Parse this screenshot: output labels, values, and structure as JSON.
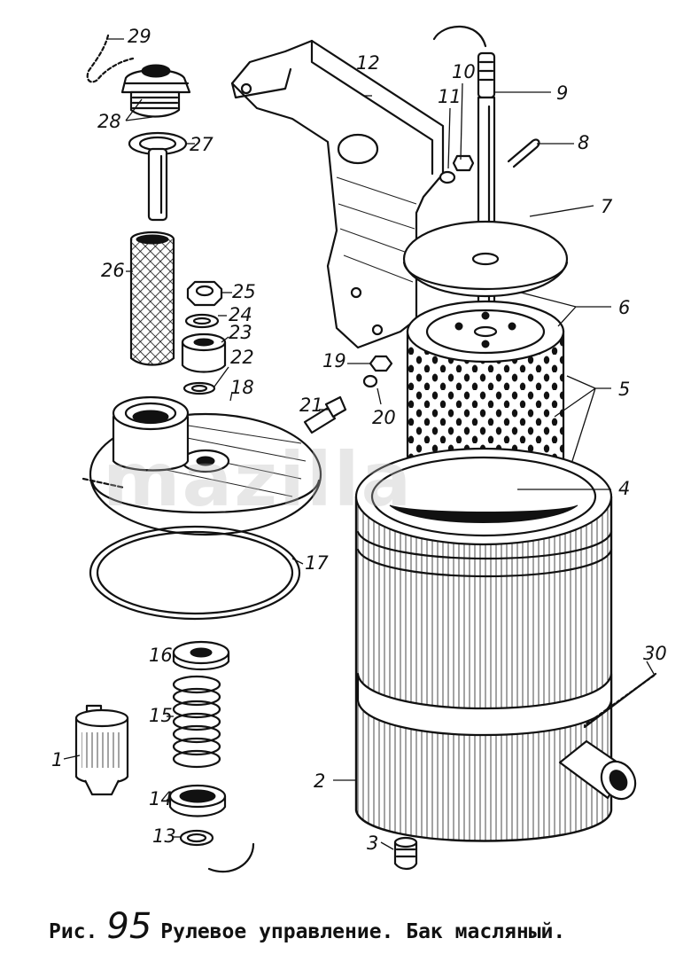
{
  "figure": {
    "prefix": "Рис.",
    "number": "95",
    "title": "Рулевое управление. Бак масляный."
  },
  "watermark": "mazilla",
  "parts": [
    {
      "id": "p1",
      "number": "1"
    },
    {
      "id": "p2",
      "number": "2"
    },
    {
      "id": "p3",
      "number": "3"
    },
    {
      "id": "p4",
      "number": "4"
    },
    {
      "id": "p5",
      "number": "5"
    },
    {
      "id": "p6",
      "number": "6"
    },
    {
      "id": "p7",
      "number": "7"
    },
    {
      "id": "p8",
      "number": "8"
    },
    {
      "id": "p9",
      "number": "9"
    },
    {
      "id": "p10",
      "number": "10"
    },
    {
      "id": "p11",
      "number": "11"
    },
    {
      "id": "p12",
      "number": "12"
    },
    {
      "id": "p13",
      "number": "13"
    },
    {
      "id": "p14",
      "number": "14"
    },
    {
      "id": "p15",
      "number": "15"
    },
    {
      "id": "p16",
      "number": "16"
    },
    {
      "id": "p17",
      "number": "17"
    },
    {
      "id": "p18",
      "number": "18"
    },
    {
      "id": "p19",
      "number": "19"
    },
    {
      "id": "p20",
      "number": "20"
    },
    {
      "id": "p21",
      "number": "21"
    },
    {
      "id": "p22",
      "number": "22"
    },
    {
      "id": "p23",
      "number": "23"
    },
    {
      "id": "p24",
      "number": "24"
    },
    {
      "id": "p25",
      "number": "25"
    },
    {
      "id": "p26",
      "number": "26"
    },
    {
      "id": "p27",
      "number": "27"
    },
    {
      "id": "p28",
      "number": "28"
    },
    {
      "id": "p29",
      "number": "29"
    },
    {
      "id": "p30",
      "number": "30"
    }
  ]
}
